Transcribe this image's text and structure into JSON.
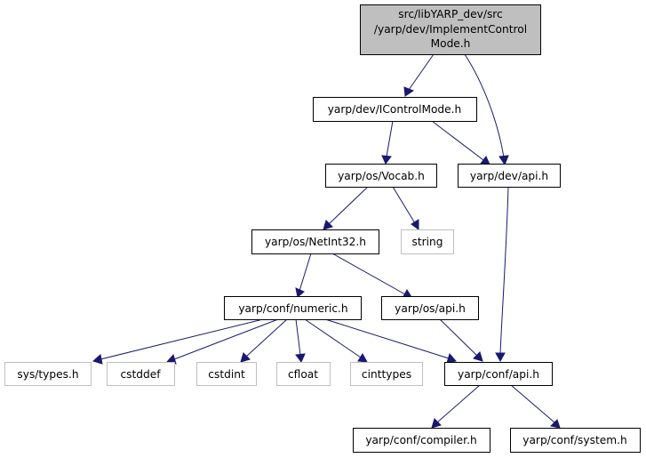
{
  "graph": {
    "root": {
      "line1": "src/libYARP_dev/src",
      "line2": "/yarp/dev/ImplementControl",
      "line3": "Mode.h"
    },
    "nodes": {
      "icontrolmode": "yarp/dev/IControlMode.h",
      "dev_api": "yarp/dev/api.h",
      "vocab": "yarp/os/Vocab.h",
      "string": "string",
      "netint32": "yarp/os/NetInt32.h",
      "numeric": "yarp/conf/numeric.h",
      "os_api": "yarp/os/api.h",
      "sys_types": "sys/types.h",
      "cstddef": "cstddef",
      "cstdint": "cstdint",
      "cfloat": "cfloat",
      "cinttypes": "cinttypes",
      "conf_api": "yarp/conf/api.h",
      "compiler": "yarp/conf/compiler.h",
      "system": "yarp/conf/system.h"
    }
  }
}
